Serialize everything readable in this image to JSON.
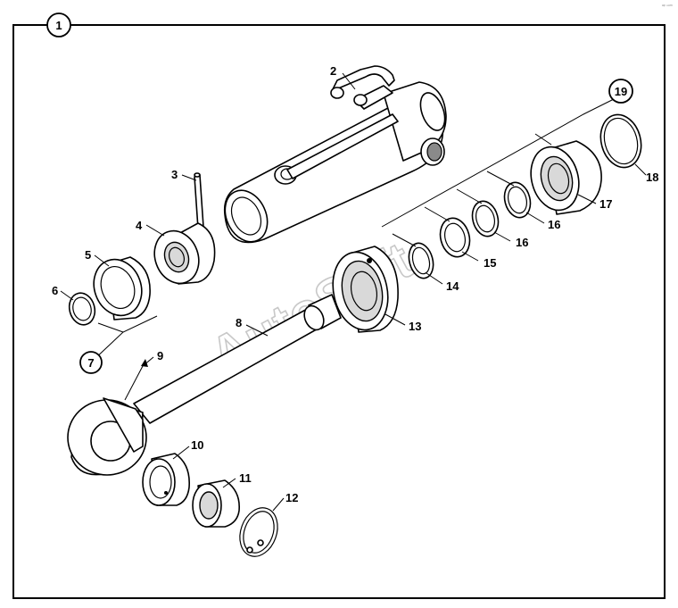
{
  "diagram": {
    "figure_number": "1",
    "watermark": "AutoSoft",
    "corner_mark": "ᵃᵖ ⁿᵘᵐ",
    "border_color": "#000000",
    "callouts": [
      {
        "id": "2",
        "text": "2"
      },
      {
        "id": "3",
        "text": "3"
      },
      {
        "id": "4",
        "text": "4"
      },
      {
        "id": "5",
        "text": "5"
      },
      {
        "id": "6",
        "text": "6"
      },
      {
        "id": "7",
        "text": "7",
        "circled": true
      },
      {
        "id": "8",
        "text": "8"
      },
      {
        "id": "9",
        "text": "9"
      },
      {
        "id": "10",
        "text": "10"
      },
      {
        "id": "11",
        "text": "11"
      },
      {
        "id": "12",
        "text": "12"
      },
      {
        "id": "13",
        "text": "13"
      },
      {
        "id": "14",
        "text": "14"
      },
      {
        "id": "15",
        "text": "15"
      },
      {
        "id": "16a",
        "text": "16"
      },
      {
        "id": "16b",
        "text": "16"
      },
      {
        "id": "17",
        "text": "17"
      },
      {
        "id": "18",
        "text": "18"
      },
      {
        "id": "19",
        "text": "19",
        "circled": true
      }
    ]
  }
}
